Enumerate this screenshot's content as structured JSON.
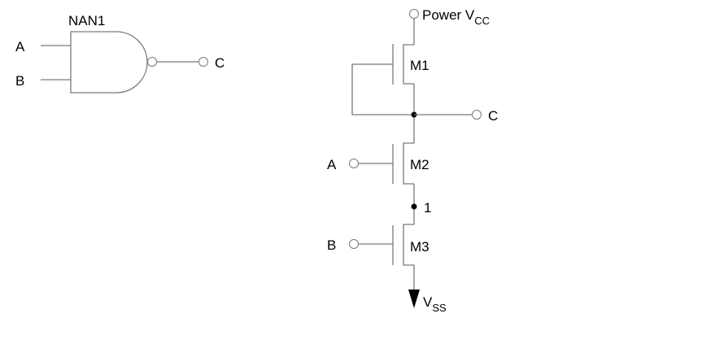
{
  "gate_symbol": {
    "name": "NAN1",
    "type": "NAND",
    "inputs": [
      "A",
      "B"
    ],
    "output": "C"
  },
  "transistor_circuit": {
    "supply": {
      "label": "Power V",
      "subscript": "CC"
    },
    "ground": {
      "label": "V",
      "subscript": "SS"
    },
    "output_label": "C",
    "internal_node_label": "1",
    "transistors": [
      {
        "name": "M1",
        "gate": "C"
      },
      {
        "name": "M2",
        "gate": "A"
      },
      {
        "name": "M3",
        "gate": "B"
      }
    ],
    "input_labels": {
      "a": "A",
      "b": "B"
    }
  },
  "colors": {
    "wire": "#7a7a7a",
    "text": "#000000",
    "node": "#000000"
  }
}
